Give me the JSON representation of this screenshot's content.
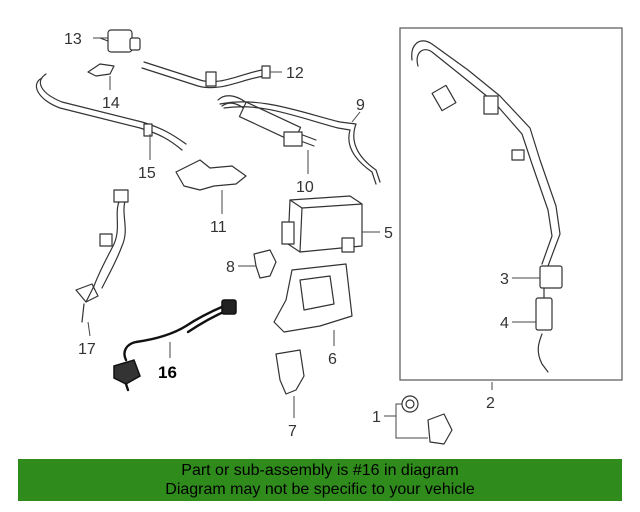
{
  "diagram": {
    "callouts": [
      "1",
      "2",
      "3",
      "4",
      "5",
      "6",
      "7",
      "8",
      "9",
      "10",
      "11",
      "12",
      "13",
      "14",
      "15",
      "16",
      "17"
    ],
    "highlighted_callout": "16",
    "highlight_color": "#111111"
  },
  "banner": {
    "line1": "Part or sub-assembly is #16 in diagram",
    "line2": "Diagram may not be specific to your vehicle",
    "background": "#2f8c1c"
  }
}
